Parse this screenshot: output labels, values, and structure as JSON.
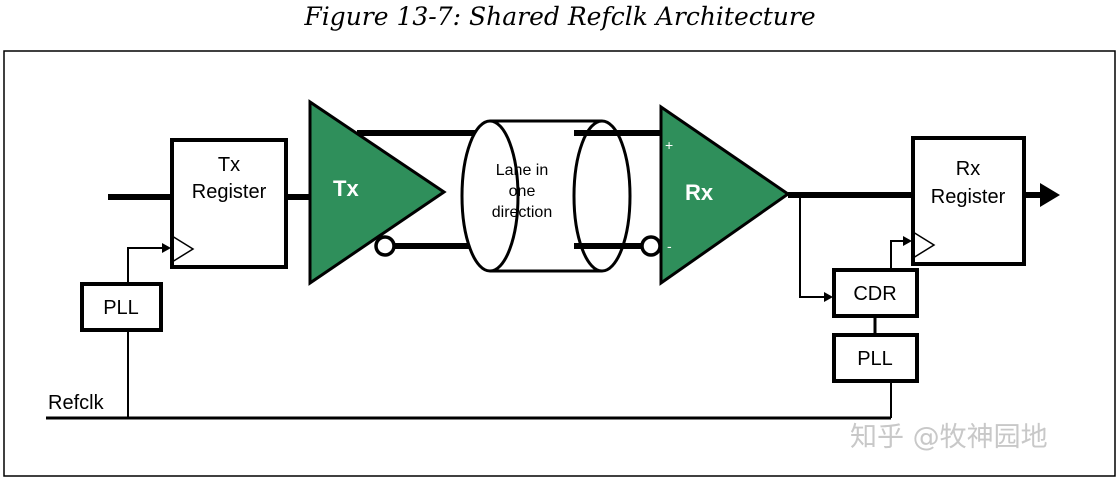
{
  "caption": "Figure 13-7: Shared Refclk Architecture",
  "blocks": {
    "tx_register": [
      "Tx",
      "Register"
    ],
    "rx_register": [
      "Rx",
      "Register"
    ],
    "pll_left": "PLL",
    "pll_right": "PLL",
    "cdr": "CDR",
    "tx_driver": "Tx",
    "rx_receiver": "Rx",
    "lane": [
      "Lane in",
      "one",
      "direction"
    ],
    "rx_plus": "+",
    "rx_minus": "-",
    "refclk": "Refclk"
  },
  "watermark": "知乎 @牧神园地",
  "colors": {
    "amplifier_fill": "#2f8f5b",
    "line": "#000000",
    "watermark": "#c8c8c8"
  }
}
